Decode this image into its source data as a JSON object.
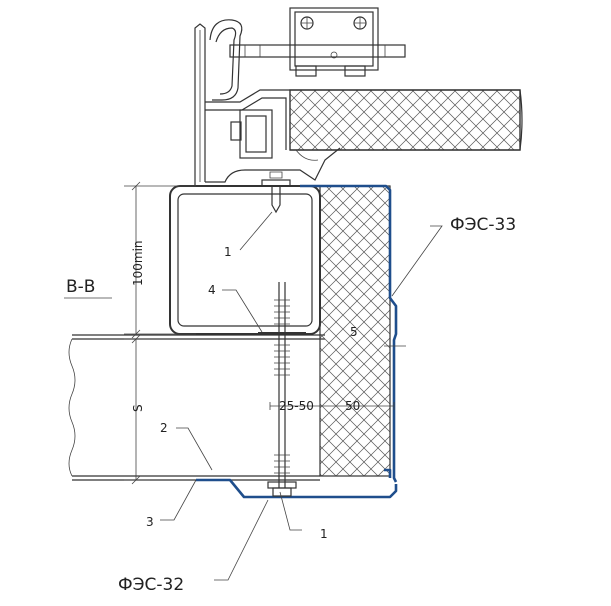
{
  "section_label": "В-В",
  "dimensions": {
    "vertical_gap": "100min",
    "thickness": "S",
    "offset": "25-50",
    "edge": "50"
  },
  "callouts": {
    "c1_top": "1",
    "c4": "4",
    "c2": "2",
    "c3": "3",
    "c5": "5",
    "c1_bottom": "1"
  },
  "profiles": {
    "upper": "ФЭС-33",
    "lower": "ФЭС-32"
  },
  "colors": {
    "profile": "#1f4e8c",
    "line": "#333333"
  }
}
